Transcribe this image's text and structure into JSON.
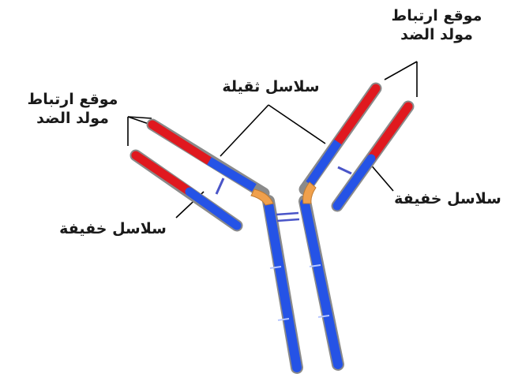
{
  "labels": {
    "antigen_site_right": {
      "line1": "موقع ارتباط",
      "line2": "مولد الضد"
    },
    "antigen_site_left": {
      "line1": "موقع ارتباط",
      "line2": "مولد الضد"
    },
    "heavy_chains": "سلاسل ثقيلة",
    "light_chains_right": "سلاسل خفيفة",
    "light_chains_left": "سلاسل خفيفة"
  },
  "colors": {
    "heavy_chain": "#2553e6",
    "variable_region": "#e0191f",
    "hinge": "#f0a04c",
    "bond": "#4a55c8",
    "outline": "#8a8a8a",
    "pointer": "#000000"
  }
}
